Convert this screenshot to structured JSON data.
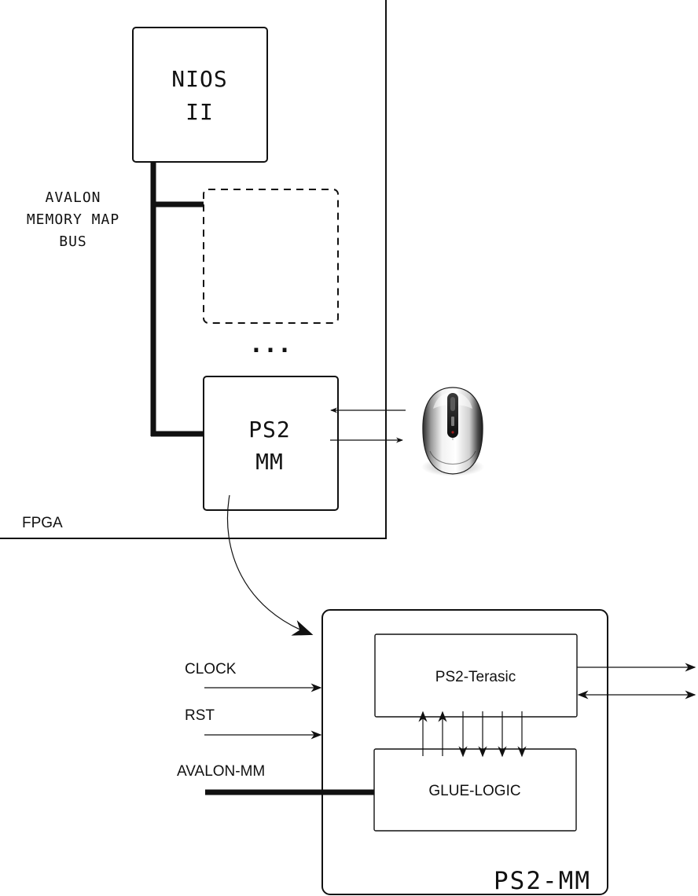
{
  "diagram": {
    "fpga_label": "FPGA",
    "nios_line1": "NIOS",
    "nios_line2": "II",
    "bus_label_line1": "AVALON",
    "bus_label_line2": "MEMORY MAP",
    "bus_label_line3": "BUS",
    "ellipsis": "...",
    "ps2mm_line1": "PS2",
    "ps2mm_line2": "MM",
    "clock_label": "CLOCK",
    "rst_label": "RST",
    "avalon_mm_label": "AVALON-MM",
    "ps2_terasic_label": "PS2-Terasic",
    "glue_logic_label": "GLUE-LOGIC",
    "ps2mm_module_label": "PS2-MM"
  }
}
